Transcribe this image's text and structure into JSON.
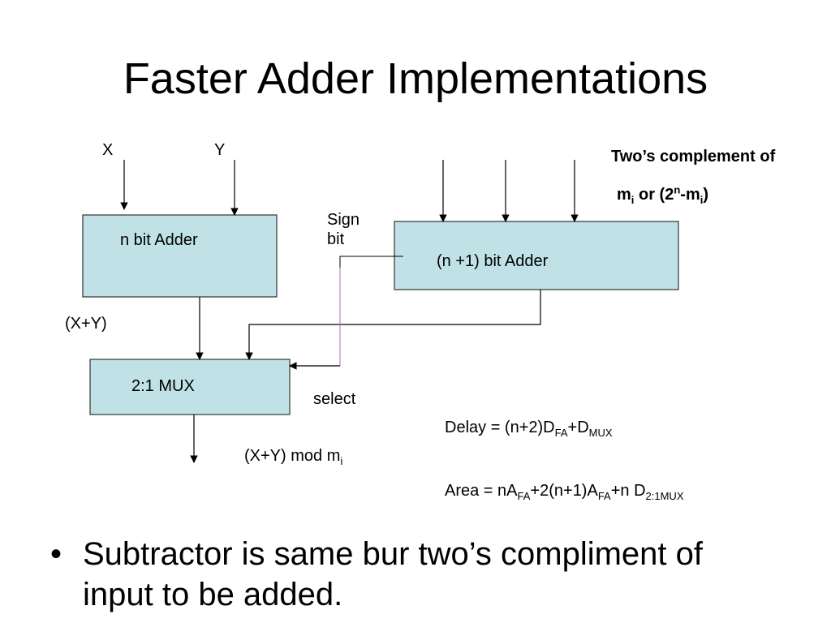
{
  "slide": {
    "title": "Faster Adder Implementations",
    "bullet": "Subtractor is same bur two’s compliment of input to be added.",
    "bullet_marker": "•"
  },
  "diagram": {
    "input_x": "X",
    "input_y": "Y",
    "adder_n": "n bit Adder",
    "adder_n1": "(n +1) bit Adder",
    "mux": "2:1 MUX",
    "sum_label": "(X+Y)",
    "sign_label": "Sign bit",
    "select_label": "select",
    "output": {
      "base": "(X+Y) mod m",
      "sub": "i"
    },
    "twos_complement": {
      "line1": "Two’s complement of",
      "line2": {
        "a": "m",
        "a_sub": "i",
        "b": " or (2",
        "b_sup": "n",
        "c": "-m",
        "c_sub": "i",
        "d": ")"
      }
    },
    "delay": {
      "prefix": "Delay = (n+2)D",
      "sub1": "FA",
      "mid": "+D",
      "sub2": "MUX"
    },
    "area": {
      "prefix": "Area = nA",
      "sub1": "FA",
      "mid1": "+2(n+1)A",
      "sub2": "FA",
      "mid2": "+n D",
      "sub3": "2:1MUX"
    },
    "colors": {
      "box_fill": "#c0e2e6",
      "box_stroke": "#333333",
      "select_wire": "#b266c8"
    }
  }
}
